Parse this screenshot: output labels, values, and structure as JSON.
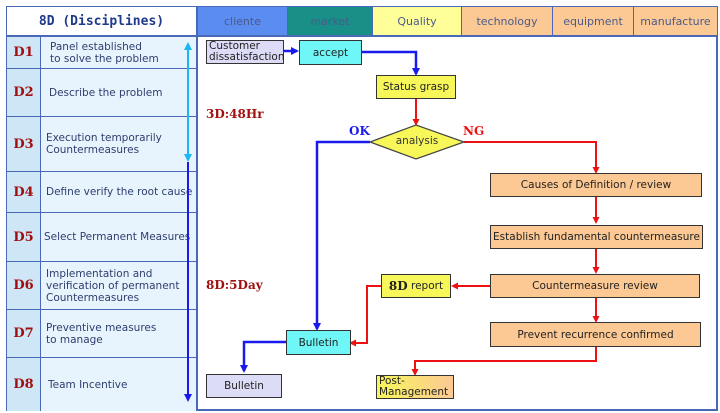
{
  "table": {
    "title": "8D (Disciplines)",
    "departments": [
      {
        "label": "cliente",
        "color": "#5b8cef"
      },
      {
        "label": "market",
        "color": "#189088"
      },
      {
        "label": "Quality",
        "color": "#ffff99"
      },
      {
        "label": "technology",
        "color": "#fcc994"
      },
      {
        "label": "equipment",
        "color": "#fcc994"
      },
      {
        "label": "manufacture",
        "color": "#fcc994"
      }
    ],
    "disciplines": [
      {
        "code": "D1",
        "text": "Panel established\nto solve the problem"
      },
      {
        "code": "D2",
        "text": "Describe the problem"
      },
      {
        "code": "D3",
        "text": "Execution temporarily\nCountermeasures"
      },
      {
        "code": "D4",
        "text": "Define verify the root cause"
      },
      {
        "code": "D5",
        "text": "Select Permanent Measures"
      },
      {
        "code": "D6",
        "text": "Implementation and\nverification of permanent\nCountermeasures"
      },
      {
        "code": "D7",
        "text": "Preventive measures\nto manage"
      },
      {
        "code": "D8",
        "text": "Team Incentive"
      }
    ]
  },
  "timing": {
    "d3": "3D:48Hr",
    "d8": "8D:5Day"
  },
  "flow": {
    "customer_dissatisfaction": "Customer\ndissatisfaction",
    "accept": "accept",
    "status_grasp": "Status grasp",
    "analysis": "analysis",
    "ok_label": "OK",
    "ng_label": "NG",
    "causes_review": "Causes of Definition / review",
    "establish_countermeasure": "Establish fundamental countermeasure",
    "countermeasure_review": "Countermeasure review",
    "prevent_recurrence": "Prevent recurrence confirmed",
    "report_prefix": "8D",
    "report_suffix": " report",
    "bulletin_market": "Bulletin",
    "bulletin_cliente": "Bulletin",
    "post_management": "Post-\nManagement"
  },
  "colors": {
    "ok_path": "#1a1aee",
    "ng_path": "#ee1111",
    "d_arrow_short": "#19b8f0",
    "d_arrow_long": "#1a1aee"
  }
}
